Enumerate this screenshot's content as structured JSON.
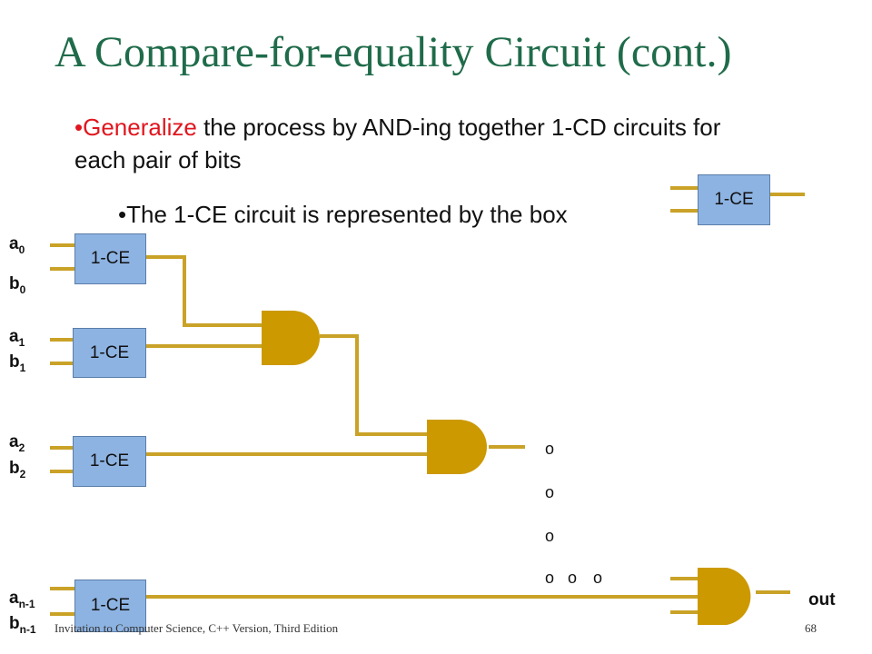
{
  "title": "A Compare-for-equality Circuit (cont.)",
  "bullet1": {
    "bullet": "•",
    "highlight": "Generalize",
    "rest": " the process by AND-ing together 1-CD circuits for each pair of bits"
  },
  "bullet2": "•The 1-CE circuit is represented by the box",
  "box_label": "1-CE",
  "inputs": [
    {
      "a": "a",
      "a_sub": "0",
      "b": "b",
      "b_sub": "0"
    },
    {
      "a": "a",
      "a_sub": "1",
      "b": "b",
      "b_sub": "1"
    },
    {
      "a": "a",
      "a_sub": "2",
      "b": "b",
      "b_sub": "2"
    },
    {
      "a": "a",
      "a_sub": "n-1",
      "b": "b",
      "b_sub": "n-1"
    }
  ],
  "ellipsis_dots": [
    "o",
    "o",
    "o",
    "o",
    "o",
    "o"
  ],
  "output_label": "out",
  "footer": "Invitation to Computer Science, C++ Version, Third Edition",
  "page_number": "68",
  "colors": {
    "title": "#1f6b4a",
    "highlight": "#e0161e",
    "wire": "#c9a227",
    "gate": "#cc9900",
    "box": "#8db3e2"
  }
}
